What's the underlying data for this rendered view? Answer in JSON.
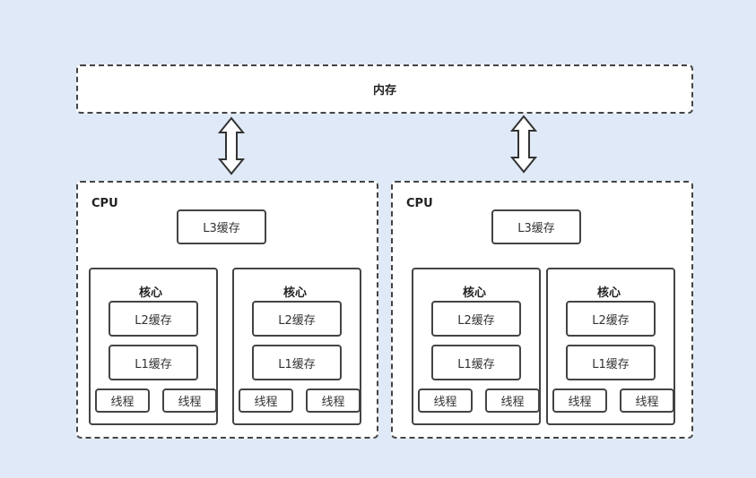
{
  "memory": {
    "label": "内存"
  },
  "cpus": [
    {
      "label": "CPU",
      "l3": "L3缓存",
      "cores": [
        {
          "label": "核心",
          "l2": "L2缓存",
          "l1": "L1缓存",
          "threads": [
            "线程",
            "线程"
          ]
        },
        {
          "label": "核心",
          "l2": "L2缓存",
          "l1": "L1缓存",
          "threads": [
            "线程",
            "线程"
          ]
        }
      ]
    },
    {
      "label": "CPU",
      "l3": "L3缓存",
      "cores": [
        {
          "label": "核心",
          "l2": "L2缓存",
          "l1": "L1缓存",
          "threads": [
            "线程",
            "线程"
          ]
        },
        {
          "label": "核心",
          "l2": "L2缓存",
          "l1": "L1缓存",
          "threads": [
            "线程",
            "线程"
          ]
        }
      ]
    }
  ]
}
